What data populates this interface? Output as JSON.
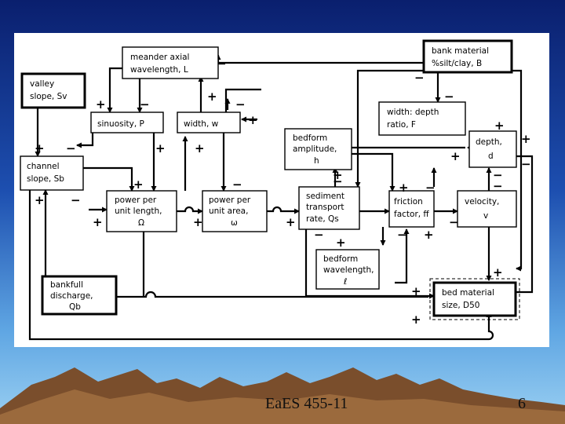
{
  "boxes": {
    "valley_slope": [
      "valley",
      "slope, Sv"
    ],
    "meander": [
      "meander axial",
      "wavelength, L"
    ],
    "bank_material": [
      "bank material",
      "%silt/clay, B"
    ],
    "width_depth": [
      "width: depth",
      "ratio, F"
    ],
    "sinuosity": [
      "sinuosity, P"
    ],
    "width": [
      "width, w"
    ],
    "bedform_amp": [
      "bedform",
      "amplitude,",
      "h"
    ],
    "depth": [
      "depth,",
      "d"
    ],
    "channel_slope": [
      "channel",
      "slope, Sb"
    ],
    "power_length": [
      "power per",
      "unit length,",
      "Ω"
    ],
    "power_area": [
      "power per",
      "unit area,",
      "ω"
    ],
    "sediment": [
      "sediment",
      "transport",
      "rate, Qs"
    ],
    "friction": [
      "friction",
      "factor, ff"
    ],
    "velocity": [
      "velocity,",
      "v"
    ],
    "bedform_wave": [
      "bedform",
      "wavelength,",
      "ℓ"
    ],
    "bankfull": [
      "bankfull",
      "discharge,",
      "Qb"
    ],
    "bed_material": [
      "bed material",
      "size, D50"
    ]
  },
  "signs": {
    "plus": "+",
    "minus": "−"
  },
  "footer": {
    "course": "EaES 455-11",
    "page": "6"
  }
}
